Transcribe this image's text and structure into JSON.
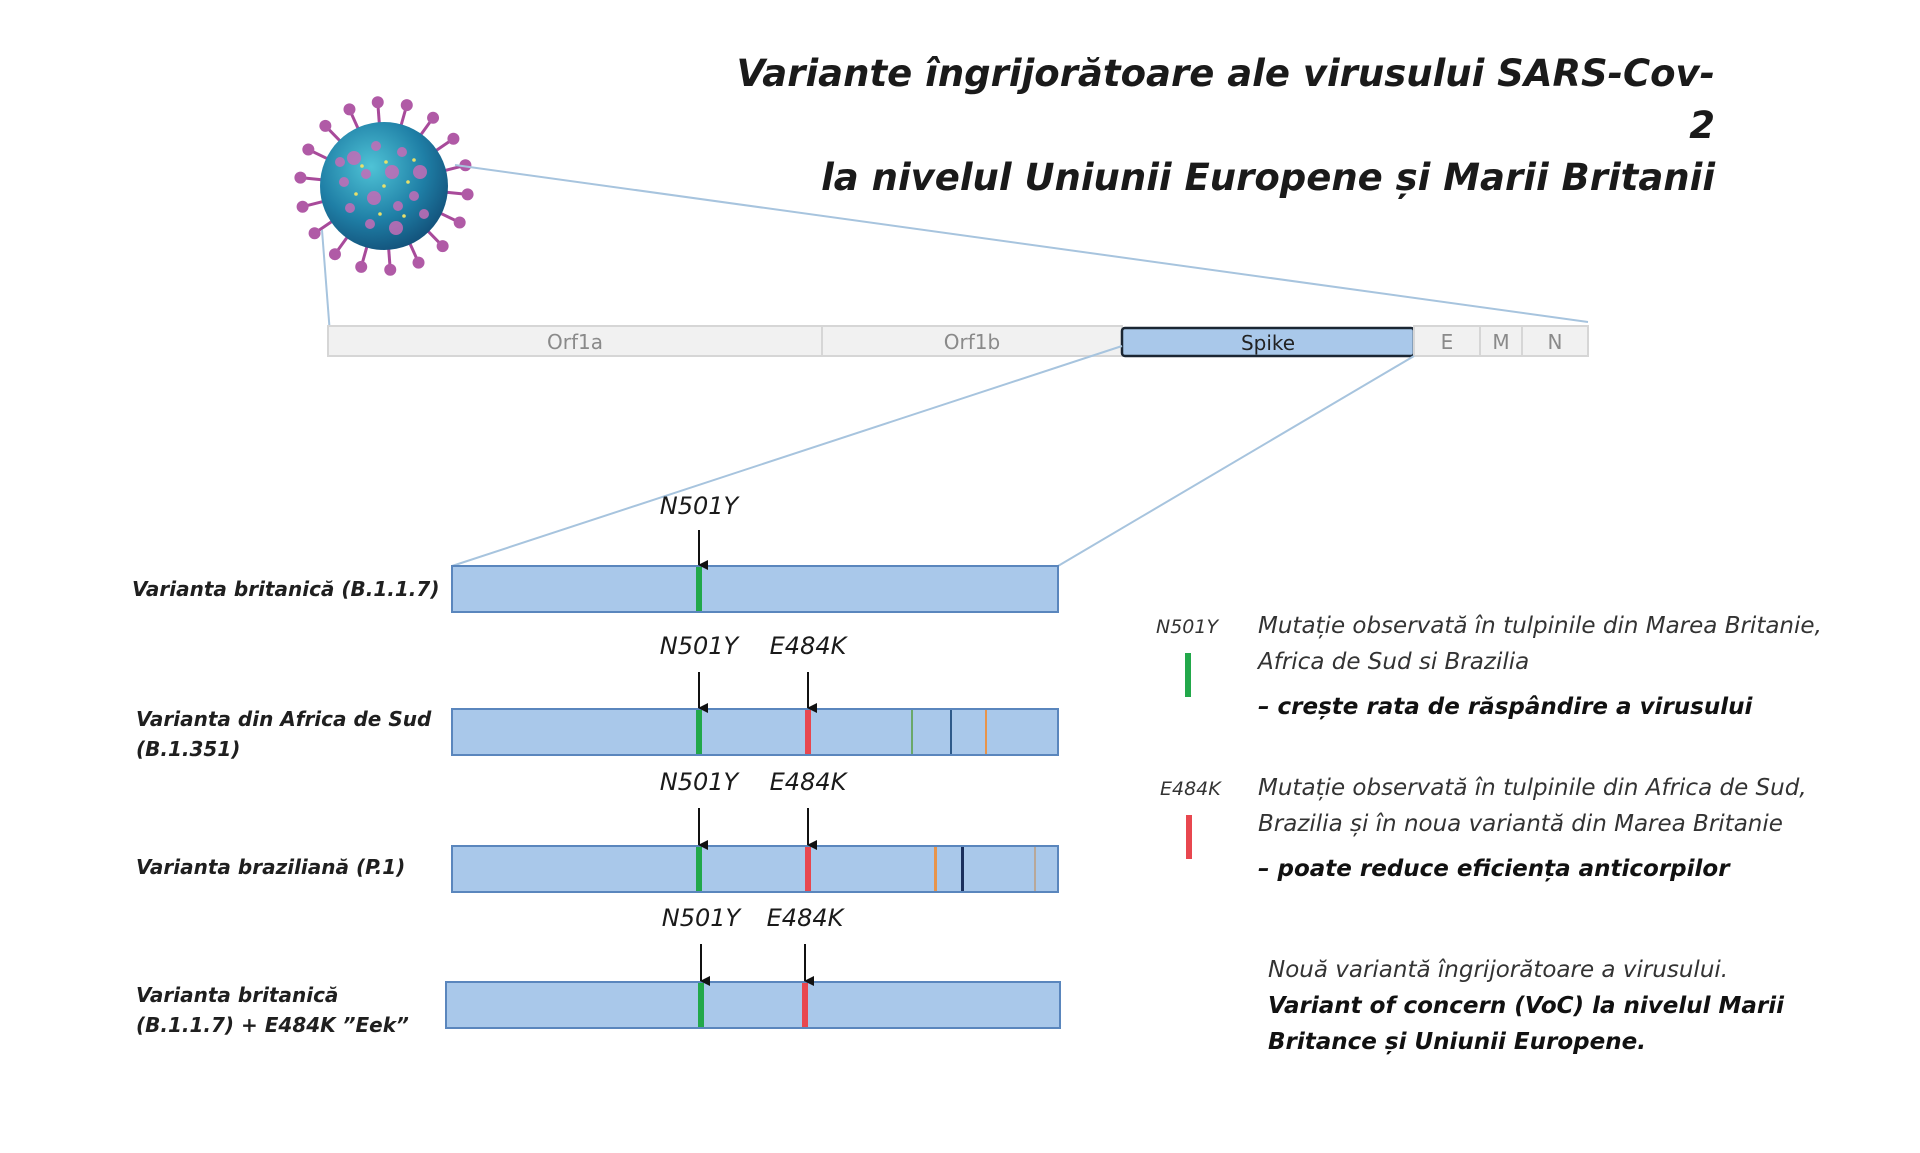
{
  "title": {
    "line1": "Variante îngrijorătoare ale virusului SARS-Cov-2",
    "line2": "la nivelul Uniunii Europene și Marii Britanii"
  },
  "genome": {
    "segments": [
      "Orf1a",
      "Orf1b",
      "Spike",
      "E",
      "M",
      "N"
    ]
  },
  "variants": [
    {
      "name": "Varianta britanică (B.1.1.7)",
      "mutations": [
        "N501Y"
      ]
    },
    {
      "name": "Varianta din Africa de Sud (B.1.351)",
      "mutations": [
        "N501Y",
        "E484K"
      ]
    },
    {
      "name": "Varianta braziliană (P.1)",
      "mutations": [
        "N501Y",
        "E484K"
      ]
    },
    {
      "name": "Varianta britanică (B.1.1.7) + E484K ”Eek”",
      "mutations": [
        "N501Y",
        "E484K"
      ]
    }
  ],
  "legend": [
    {
      "code": "N501Y",
      "description": "Mutație observată în tulpinile din Marea Britanie, Africa de Sud si Brazilia",
      "effect": "– crește rata de răspândire a virusului",
      "color": "#22a84a"
    },
    {
      "code": "E484K",
      "description": "Mutație observată în tulpinile din Africa de Sud, Brazilia și în noua variantă din Marea Britanie",
      "effect": "– poate reduce eficiența anticorpilor",
      "color": "#e8474f"
    }
  ],
  "note": {
    "line1": "Nouă variantă îngrijorătoare a virusului.",
    "bold": "Variant of concern (VoC) la nivelul Marii Britance și Uniunii Europene."
  },
  "colors": {
    "bar_fill": "#a9c8ea",
    "bar_stroke": "#5a86bd",
    "n501y": "#22a84a",
    "e484k": "#e8474f",
    "zoom_lines": "#a7c4de"
  },
  "icons": {
    "virus": "coronavirus-icon",
    "arrow": "down-arrow-icon"
  }
}
